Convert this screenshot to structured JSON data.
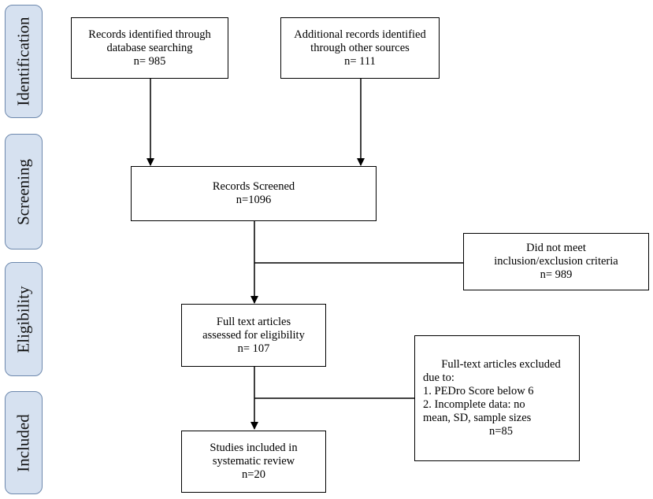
{
  "phases": [
    "Identification",
    "Screening",
    "Eligibility",
    "Included"
  ],
  "boxes": {
    "database": {
      "line1": "Records identified through",
      "line2": "database searching",
      "count": "n= 985"
    },
    "other": {
      "line1": "Additional records identified",
      "line2": "through other sources",
      "count": "n= 111"
    },
    "screened": {
      "line1": "Records Screened",
      "count": "n=1096"
    },
    "excluded_screen": {
      "line1": "Did not meet",
      "line2": "inclusion/exclusion criteria",
      "count": "n= 989"
    },
    "fulltext": {
      "line1": "Full text articles",
      "line2": "assessed for eligibility",
      "count": "n= 107"
    },
    "excluded_fulltext": {
      "line1": "Full-text articles excluded",
      "line2": "due to:",
      "reason1": "1. PEDro Score below 6",
      "reason2a": "2. Incomplete data: no",
      "reason2b": "mean, SD, sample sizes",
      "count": "n=85"
    },
    "included": {
      "line1": "Studies included in",
      "line2": "systematic review",
      "count": "n=20"
    }
  }
}
